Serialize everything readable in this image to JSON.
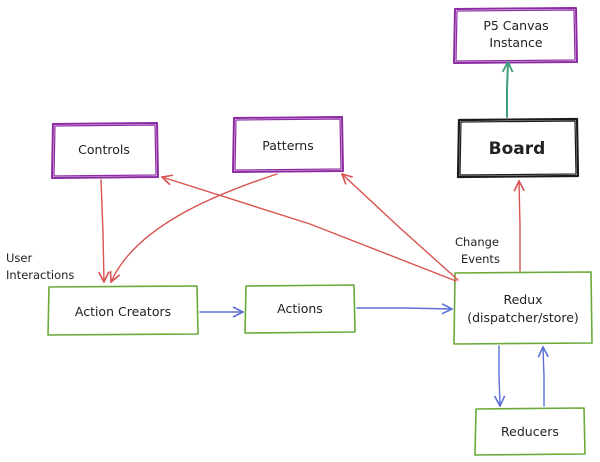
{
  "colors": {
    "purple": "#8b2aa3",
    "green": "#6aaa3a",
    "black": "#1a1a1a",
    "red": "#d9534f",
    "blue": "#5b6fd6",
    "teal": "#3f9e7a"
  },
  "nodes": {
    "p5": {
      "line1": "P5 Canvas",
      "line2": "Instance"
    },
    "controls": {
      "label": "Controls"
    },
    "patterns": {
      "label": "Patterns"
    },
    "board": {
      "label": "Board"
    },
    "action_creators": {
      "label": "Action Creators"
    },
    "actions": {
      "label": "Actions"
    },
    "redux": {
      "line1": "Redux",
      "line2": "(dispatcher/store)"
    },
    "reducers": {
      "label": "Reducers"
    }
  },
  "annotations": {
    "user_interactions": {
      "line1": "User",
      "line2": "Interactions"
    },
    "change_events": {
      "line1": "Change",
      "line2": "Events"
    }
  }
}
